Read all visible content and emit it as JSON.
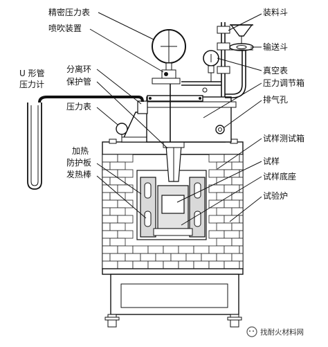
{
  "labels": {
    "precision_gauge": "精密压力表",
    "spray_device": "喷吹装置",
    "u_tube_line1": "U 形管",
    "u_tube_line2": "压力计",
    "separation_ring": "分离环",
    "protection_tube": "保护管",
    "pressure_gauge": "压力表",
    "heating_shield_line1": "加热",
    "heating_shield_line2": "防护板",
    "heating_rod": "发热棒",
    "loading_hopper": "装料斗",
    "conveying_hopper": "输送斗",
    "vacuum_gauge": "真空表",
    "pressure_regulating_box": "压力调节箱",
    "exhaust_hole": "排气孔",
    "sample_test_box": "试样测试箱",
    "sample": "试样",
    "sample_base": "试样底座",
    "test_furnace": "试验炉"
  },
  "watermark": {
    "text": "找耐火材料网"
  },
  "colors": {
    "line": "#111111",
    "wall_fill": "#d9d9d9",
    "background": "#ffffff"
  }
}
